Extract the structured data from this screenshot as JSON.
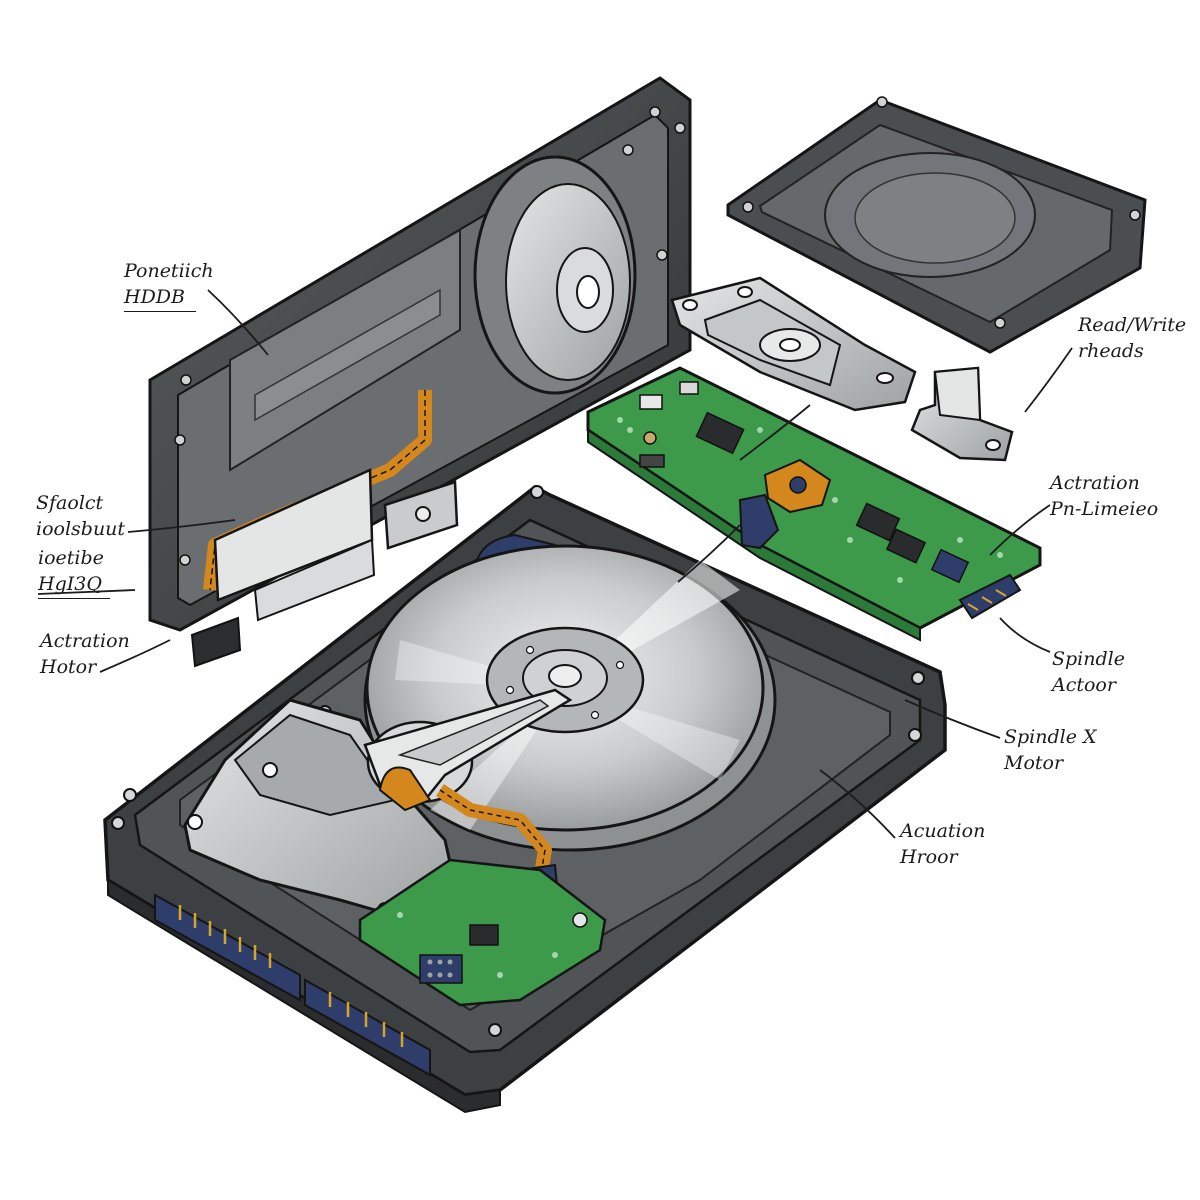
{
  "colors": {
    "frame": "#3d4042",
    "frame_light": "#6c7072",
    "metal": "#b9bcbd",
    "platter": "#c9cbcc",
    "pcb": "#3c9a4a",
    "flex": "#d4871c",
    "connector": "#2f3d6a",
    "outline": "#151515"
  },
  "labels": {
    "portable_hdd": {
      "line1": "Ponetiich",
      "line2": "HDDB"
    },
    "shaft_subsect": {
      "line1": "Sfaolct",
      "line2": "ioolsbuut"
    },
    "loetibe": {
      "line1": "ioetibe",
      "line2": "HgI3Q"
    },
    "actuation_left": {
      "line1": "Actration",
      "line2": "Hotor"
    },
    "read_write": {
      "line1": "Read/Write",
      "line2": "rheads"
    },
    "actuation_pn": {
      "line1": "Actration",
      "line2": "Pn-Limeieo"
    },
    "spindle_actoor": {
      "line1": "Spindle",
      "line2": "Actoor"
    },
    "spindle_motor": {
      "line1": "Spindle X",
      "line2": "Motor"
    },
    "acuation_hroor": {
      "line1": "Acuation",
      "line2": "Hroor"
    }
  },
  "icons": [
    "hdd-platter-icon",
    "actuator-arm-icon",
    "pcb-icon",
    "sata-connector-icon"
  ]
}
